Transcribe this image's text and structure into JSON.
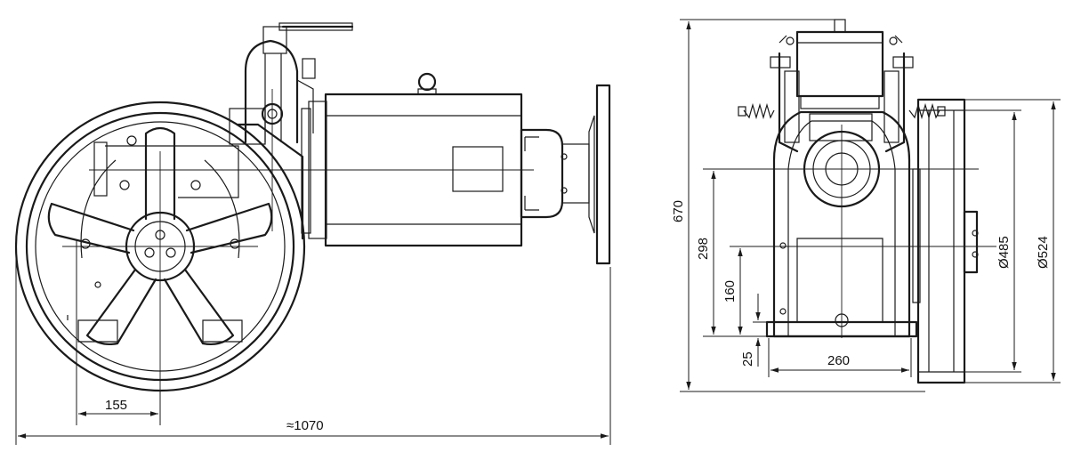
{
  "drawing": {
    "left_view": {
      "dim_bottom": "≈1070",
      "dim_offset": "155"
    },
    "right_view": {
      "dim_height": "670",
      "dim_axis_height": "298",
      "dim_base_height": "160",
      "dim_base_plate": "25",
      "dim_base_width": "260",
      "dim_brake_dia": "Ø485",
      "dim_sheave_dia": "Ø524"
    }
  }
}
